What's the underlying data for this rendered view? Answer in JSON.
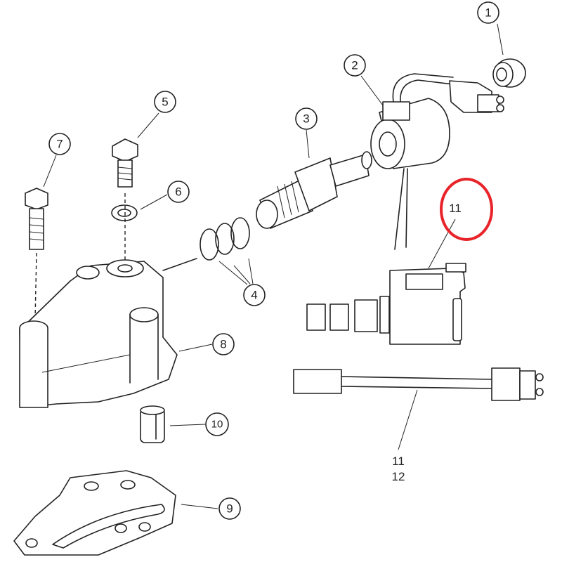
{
  "diagram": {
    "callouts": [
      {
        "label": "1"
      },
      {
        "label": "2"
      },
      {
        "label": "3"
      },
      {
        "label": "4"
      },
      {
        "label": "5"
      },
      {
        "label": "6"
      },
      {
        "label": "7"
      },
      {
        "label": "8"
      },
      {
        "label": "9"
      },
      {
        "label": "10"
      }
    ],
    "highlighted_label": "11",
    "bottom_labels": [
      "11",
      "12"
    ],
    "highlight_color": "#e8232a"
  }
}
